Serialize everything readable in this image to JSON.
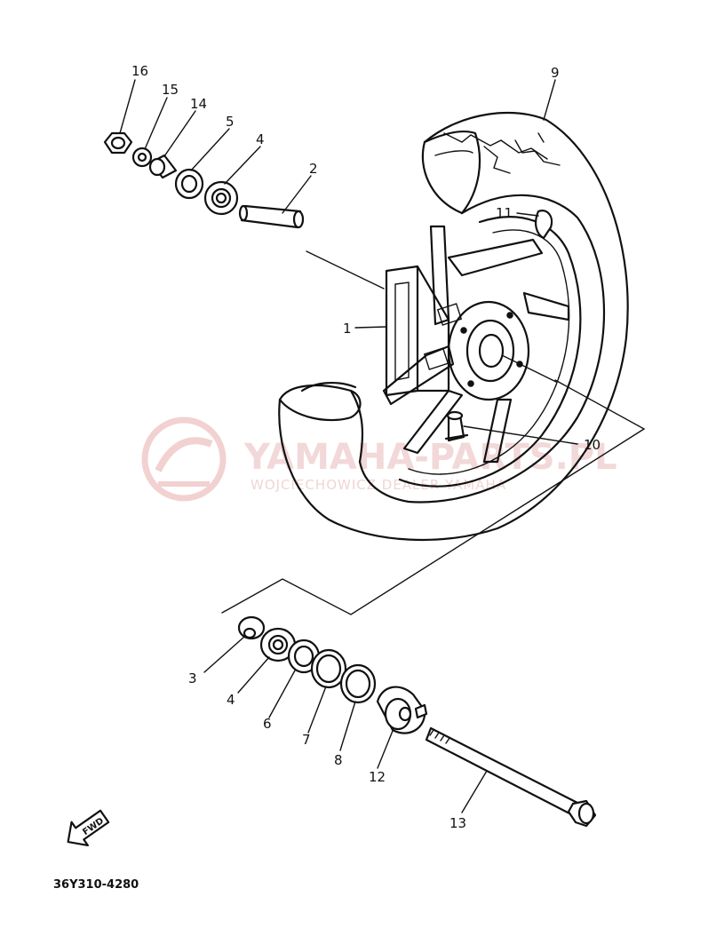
{
  "diagram": {
    "drawing_code": "36Y310-4280",
    "fwd_label": "FWD",
    "watermark": {
      "brand": "YAMAHA-PARTS.PL",
      "subline": "WOJCIECHOWICZ DEALER YAMAHA"
    },
    "callouts": [
      {
        "id": "16",
        "label": "16"
      },
      {
        "id": "15",
        "label": "15"
      },
      {
        "id": "14",
        "label": "14"
      },
      {
        "id": "5",
        "label": "5"
      },
      {
        "id": "4a",
        "label": "4"
      },
      {
        "id": "2",
        "label": "2"
      },
      {
        "id": "9",
        "label": "9"
      },
      {
        "id": "11",
        "label": "11"
      },
      {
        "id": "1",
        "label": "1"
      },
      {
        "id": "10",
        "label": "10"
      },
      {
        "id": "3",
        "label": "3"
      },
      {
        "id": "4b",
        "label": "4"
      },
      {
        "id": "6",
        "label": "6"
      },
      {
        "id": "7",
        "label": "7"
      },
      {
        "id": "8",
        "label": "8"
      },
      {
        "id": "12",
        "label": "12"
      },
      {
        "id": "13",
        "label": "13"
      }
    ]
  }
}
